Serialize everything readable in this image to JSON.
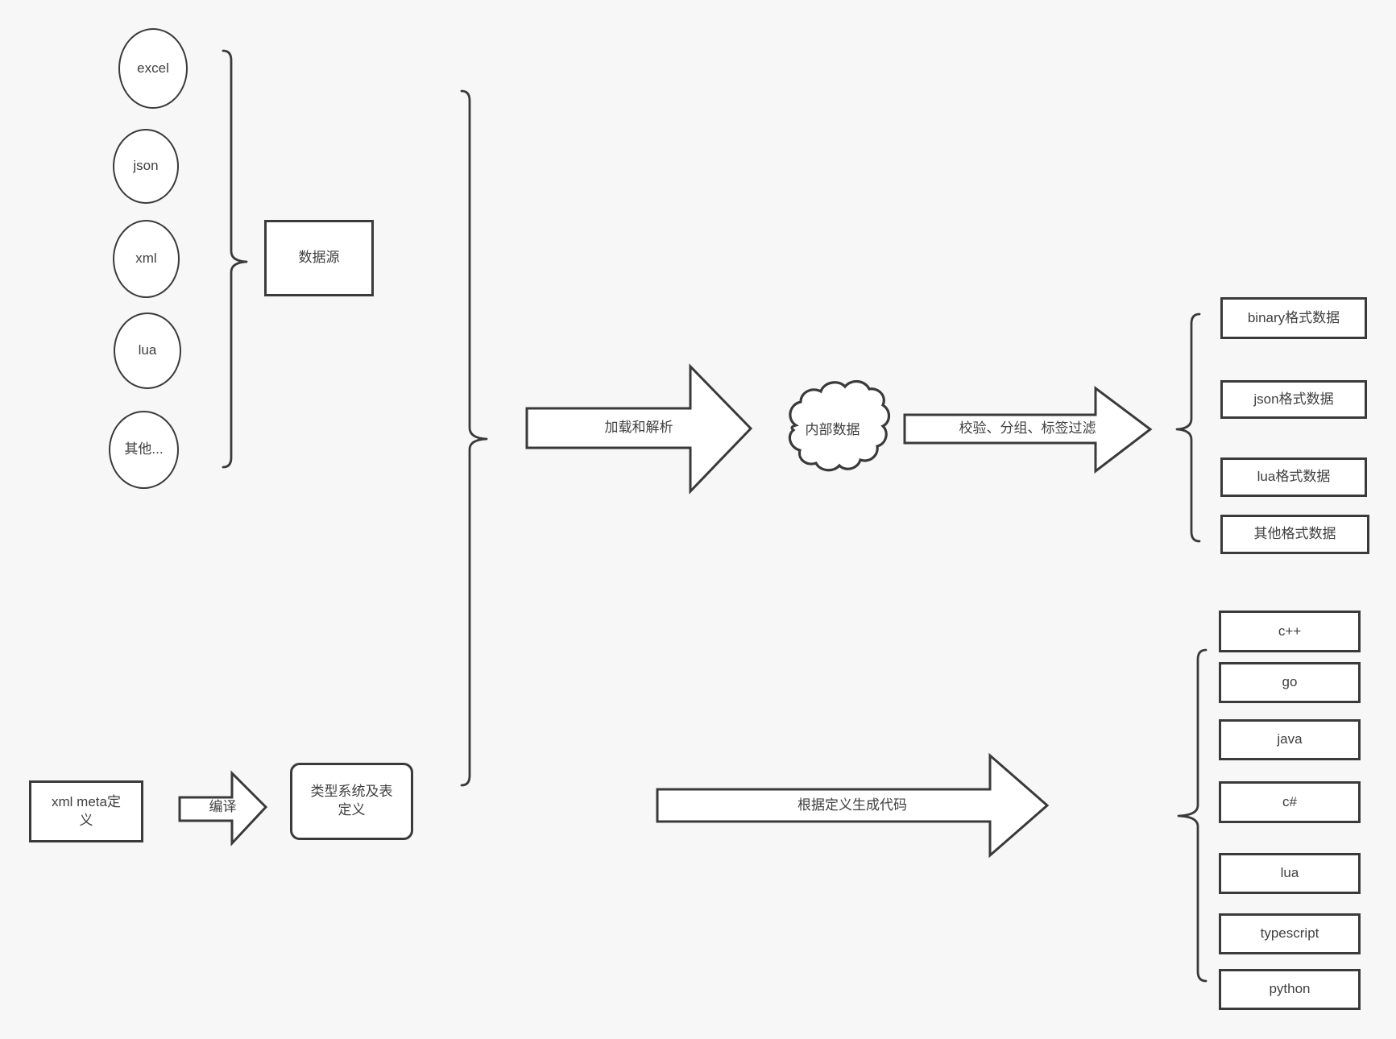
{
  "colors": {
    "background": "#f7f7f7",
    "stroke": "#3a3a3a",
    "node_fill": "#ffffff",
    "text": "#3f3f3f"
  },
  "sources": {
    "nodes": [
      "excel",
      "json",
      "xml",
      "lua",
      "其他..."
    ],
    "group_box": "数据源"
  },
  "meta_flow": {
    "input_box": "xml meta定义",
    "compile_arrow": "编译",
    "output_box": "类型系统及表定义"
  },
  "pipeline": {
    "load_arrow": "加载和解析",
    "internal_data_cloud": "内部数据",
    "filter_arrow": "校验、分组、标签过滤",
    "codegen_arrow": "根据定义生成代码"
  },
  "formats": [
    "binary格式数据",
    "json格式数据",
    "lua格式数据",
    "其他格式数据"
  ],
  "languages": [
    "c++",
    "go",
    "java",
    "c#",
    "lua",
    "typescript",
    "python"
  ]
}
